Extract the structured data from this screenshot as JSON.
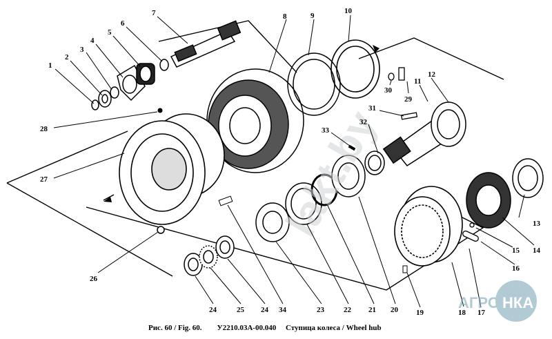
{
  "diagram": {
    "callouts": [
      {
        "id": "1",
        "label": "1"
      },
      {
        "id": "2",
        "label": "2"
      },
      {
        "id": "3",
        "label": "3"
      },
      {
        "id": "4",
        "label": "4"
      },
      {
        "id": "5",
        "label": "5"
      },
      {
        "id": "6",
        "label": "6"
      },
      {
        "id": "7",
        "label": "7"
      },
      {
        "id": "8",
        "label": "8"
      },
      {
        "id": "9",
        "label": "9"
      },
      {
        "id": "10",
        "label": "10"
      },
      {
        "id": "11",
        "label": "11"
      },
      {
        "id": "12",
        "label": "12"
      },
      {
        "id": "13",
        "label": "13"
      },
      {
        "id": "14",
        "label": "14"
      },
      {
        "id": "15",
        "label": "15"
      },
      {
        "id": "16",
        "label": "16"
      },
      {
        "id": "17",
        "label": "17"
      },
      {
        "id": "18",
        "label": "18"
      },
      {
        "id": "19",
        "label": "19"
      },
      {
        "id": "20",
        "label": "20"
      },
      {
        "id": "21",
        "label": "21"
      },
      {
        "id": "22",
        "label": "22"
      },
      {
        "id": "23",
        "label": "23"
      },
      {
        "id": "24a",
        "label": "24"
      },
      {
        "id": "25",
        "label": "25"
      },
      {
        "id": "24b",
        "label": "24"
      },
      {
        "id": "34",
        "label": "34"
      },
      {
        "id": "26",
        "label": "26"
      },
      {
        "id": "27",
        "label": "27"
      },
      {
        "id": "28",
        "label": "28"
      },
      {
        "id": "29",
        "label": "29"
      },
      {
        "id": "30",
        "label": "30"
      },
      {
        "id": "31",
        "label": "31"
      },
      {
        "id": "32",
        "label": "32"
      },
      {
        "id": "33",
        "label": "33"
      }
    ],
    "caption": "Рис. 60 / Fig. 60.        У2210.03А-00.040     Ступица колеса / Wheel hub",
    "watermark_site": "lakt.by",
    "logo_left": "АГРО",
    "logo_right": "НКА",
    "logo_color": "#7fa8b8"
  }
}
